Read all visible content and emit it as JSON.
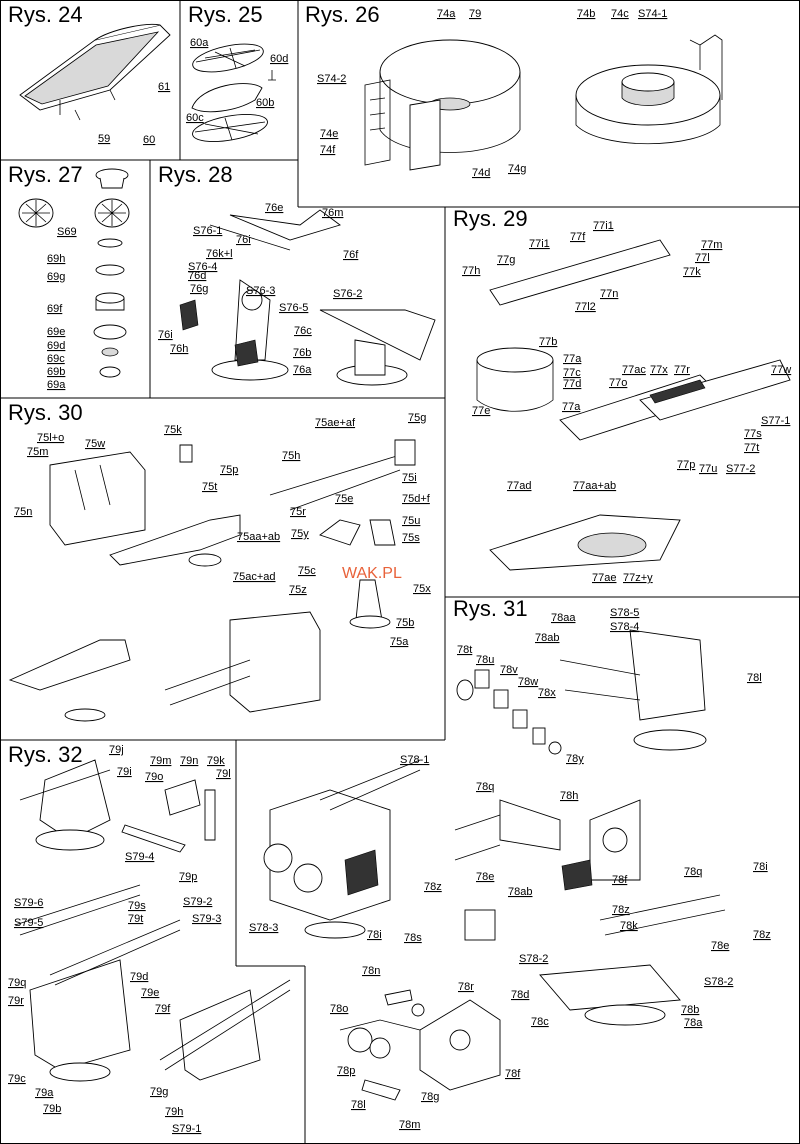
{
  "watermark": "WAK.PL",
  "panels": [
    {
      "title": "Rys. 24",
      "labels": [
        "61",
        "59",
        "60"
      ]
    },
    {
      "title": "Rys. 25",
      "labels": [
        "60a",
        "60d",
        "60b",
        "60c"
      ]
    },
    {
      "title": "Rys. 26",
      "labels": [
        "74a",
        "79",
        "74b",
        "74c",
        "S74-1",
        "S74-2",
        "74e",
        "74f",
        "74d",
        "74g"
      ]
    },
    {
      "title": "Rys. 27",
      "labels": [
        "S69",
        "69h",
        "69g",
        "69f",
        "69e",
        "69d",
        "69c",
        "69b",
        "69a"
      ]
    },
    {
      "title": "Rys. 28",
      "labels": [
        "76e",
        "76m",
        "S76-1",
        "76i",
        "76k+l",
        "76f",
        "S76-4",
        "76d",
        "S76-2",
        "76g",
        "S76-3",
        "S76-5",
        "76c",
        "76i",
        "76h",
        "76b",
        "76a"
      ]
    },
    {
      "title": "Rys. 29",
      "labels": [
        "77i1",
        "77i1",
        "77f",
        "77m",
        "77g",
        "77l",
        "77h",
        "77k",
        "77n",
        "77l2",
        "77b",
        "77a",
        "77c",
        "77d",
        "77e",
        "77a",
        "77ac",
        "77x",
        "77r",
        "77w",
        "77o",
        "S77-1",
        "77s",
        "77t",
        "77p",
        "77u",
        "S77-2",
        "77ad",
        "77aa+ab",
        "77ae",
        "77z+y"
      ]
    },
    {
      "title": "Rys. 30",
      "labels": [
        "75l+o",
        "75w",
        "75m",
        "75n",
        "75k",
        "75p",
        "75t",
        "75ae+af",
        "75g",
        "75h",
        "75i",
        "75d+f",
        "75e",
        "75r",
        "75u",
        "75y",
        "75s",
        "75aa+ab",
        "75ac+ad",
        "75c",
        "75z",
        "75x",
        "75b",
        "75a"
      ]
    },
    {
      "title": "Rys. 31",
      "labels": [
        "S78-5",
        "78aa",
        "S78-4",
        "78ab",
        "78l",
        "78t",
        "78u",
        "78v",
        "78w",
        "78x",
        "78y",
        "78q",
        "78h",
        "78e",
        "78f",
        "78ab",
        "78z",
        "78k",
        "78q",
        "78i",
        "78z",
        "78e",
        "S78-2",
        "S78-2",
        "78d",
        "78b",
        "78c",
        "78a"
      ]
    },
    {
      "title": "Rys. 32",
      "labels": [
        "79j",
        "79i",
        "79m",
        "79n",
        "79k",
        "79l",
        "79o",
        "S79-4",
        "79p",
        "S79-2",
        "S79-3",
        "S79-6",
        "79s",
        "79t",
        "S79-5",
        "79q",
        "79d",
        "79r",
        "79e",
        "79f",
        "79c",
        "79a",
        "79b",
        "79g",
        "79h",
        "S79-1"
      ]
    },
    {
      "title": "",
      "labels": [
        "S78-1",
        "78z",
        "S78-3",
        "78i",
        "78s",
        "78n",
        "78r",
        "78o",
        "78p",
        "78f",
        "78l",
        "78g",
        "78m"
      ]
    }
  ]
}
